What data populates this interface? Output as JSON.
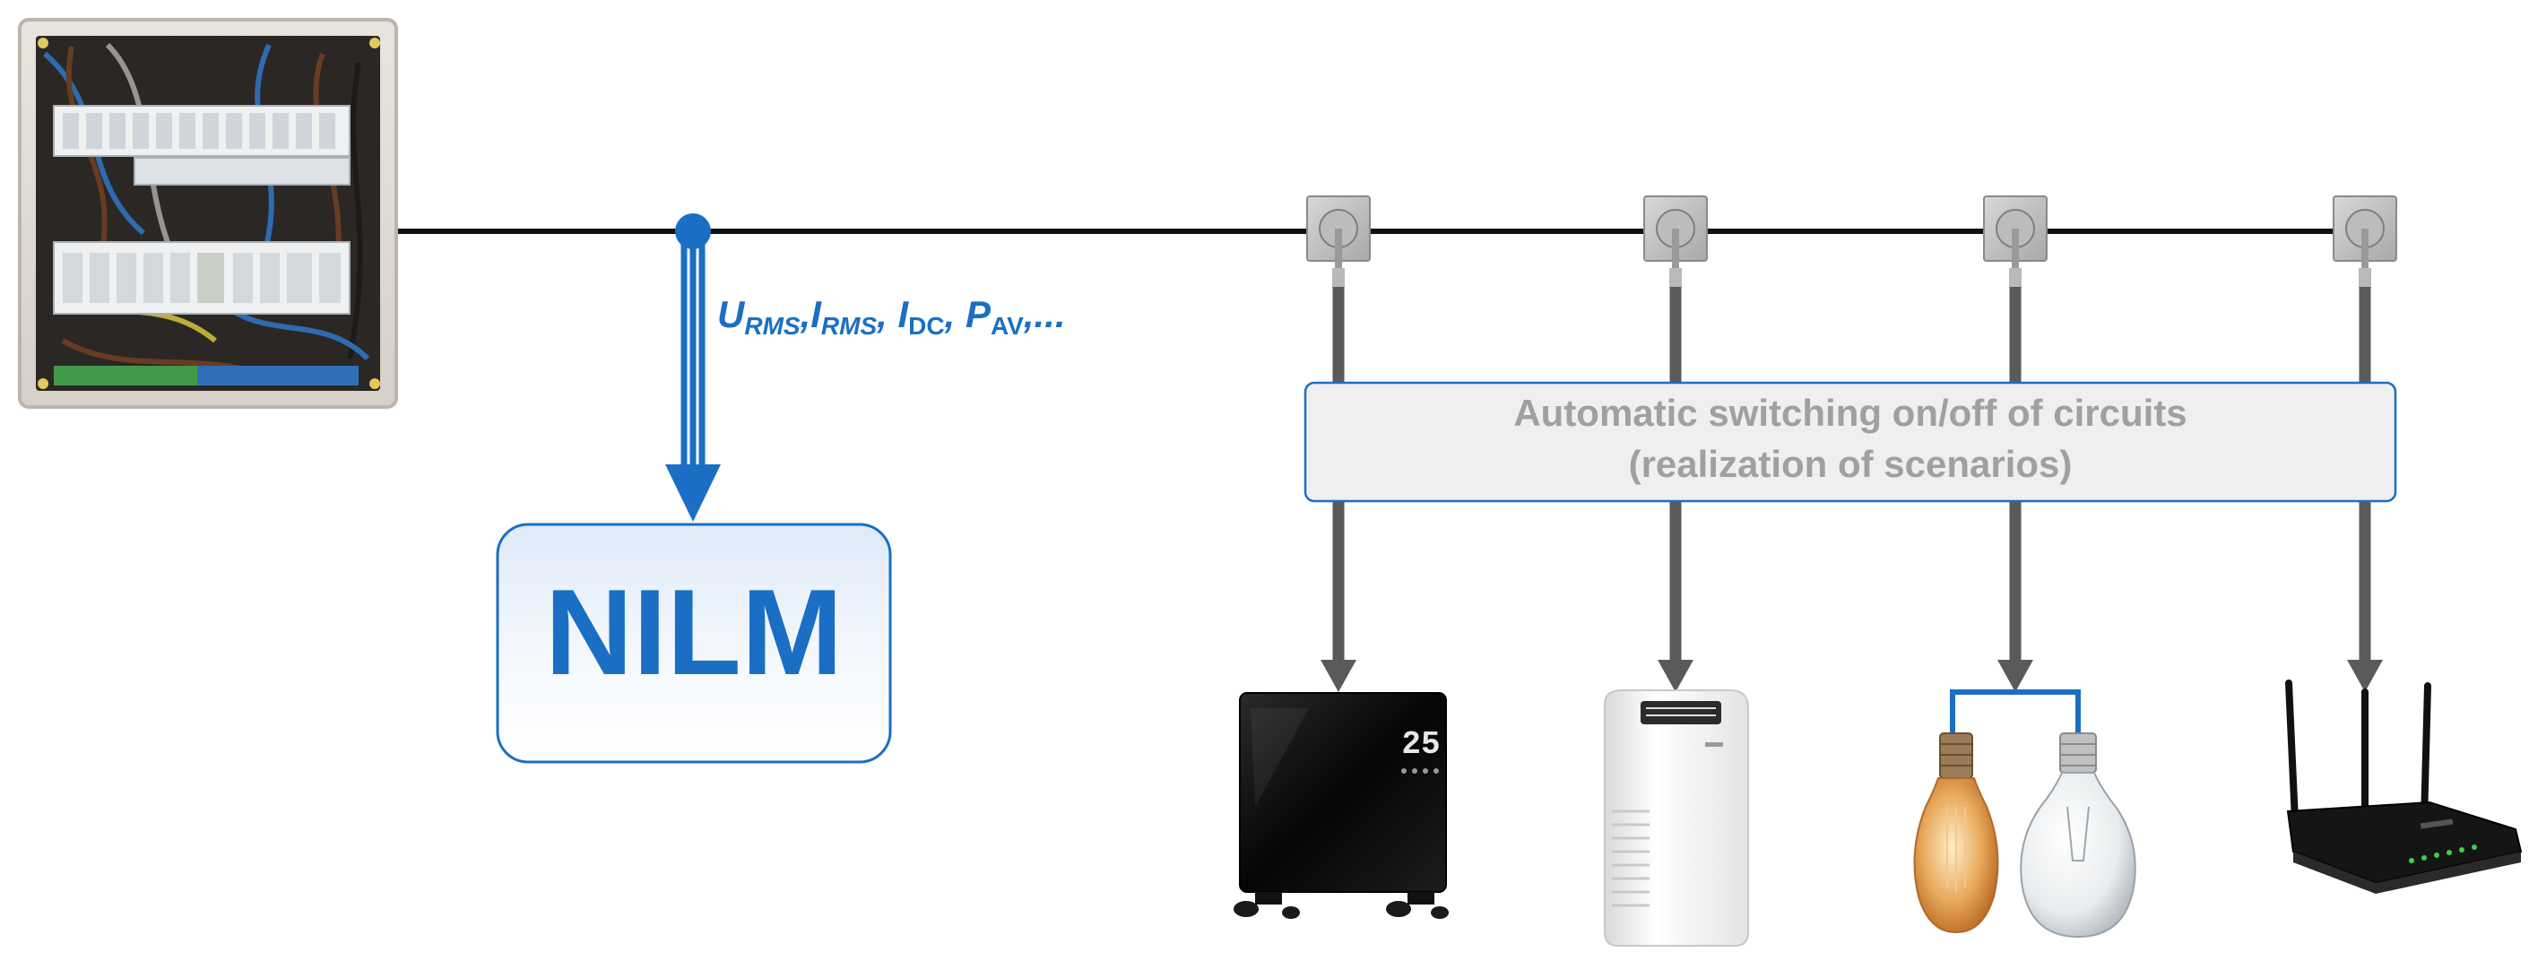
{
  "measurement": {
    "U": "U",
    "U_sub": "RMS",
    "I1": "I",
    "I1_sub": "RMS",
    "I2": "I",
    "I2_sub": "DC",
    "P": "P",
    "P_sub": "AV",
    "sep1": ",",
    "sep2": ", ",
    "sep3": ", ",
    "trail": ",..."
  },
  "nilm": {
    "label": "NILM"
  },
  "scenario": {
    "line1": "Automatic switching on/off of circuits",
    "line2": "(realization of scenarios)"
  },
  "heater_display": "25",
  "colors": {
    "accent_blue": "#1a6fc4",
    "bus_line": "#111111",
    "arrow_grey": "#5a5a5a",
    "scenario_text": "#a0a0a0"
  },
  "devices": [
    {
      "name": "electric-heater"
    },
    {
      "name": "portable-air-conditioner"
    },
    {
      "name": "light-bulbs"
    },
    {
      "name": "wifi-router"
    }
  ]
}
